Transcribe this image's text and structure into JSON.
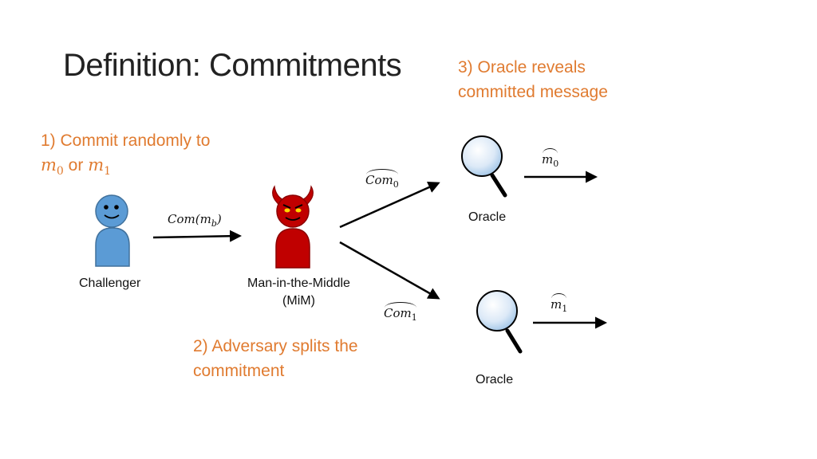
{
  "title": "Definition: Commitments",
  "notes": {
    "step1_line1": "1) Commit randomly to",
    "step1_m0": "m",
    "step1_m0_sub": "0",
    "step1_or": " or ",
    "step1_m1": "m",
    "step1_m1_sub": "1",
    "step2_line1": "2) Adversary splits the",
    "step2_line2": "commitment",
    "step3_line1": "3) Oracle reveals",
    "step3_line2": "committed message"
  },
  "actors": {
    "challenger": "Challenger",
    "mim_line1": "Man-in-the-Middle",
    "mim_line2": "(MiM)",
    "oracle_top": "Oracle",
    "oracle_bottom": "Oracle"
  },
  "messages": {
    "com_mb_main": "Com(m",
    "com_mb_sub": "b",
    "com_mb_close": ")",
    "com0_main": "Com",
    "com0_sub": "0",
    "com1_main": "Com",
    "com1_sub": "1",
    "m0_main": "m",
    "m0_sub": "0",
    "m1_main": "m",
    "m1_sub": "1"
  },
  "colors": {
    "accent": "#E07B30",
    "challenger": "#5B9BD5",
    "mim": "#C00000",
    "lens": "#BDD7EE"
  }
}
